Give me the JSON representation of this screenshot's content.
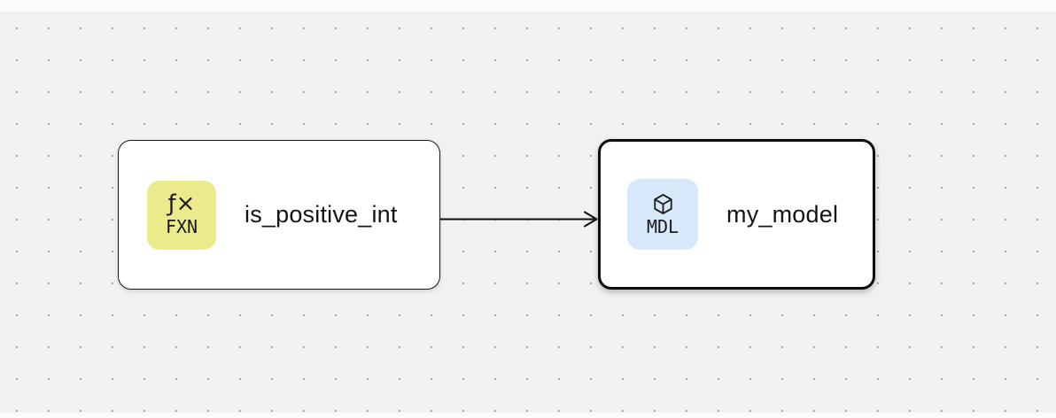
{
  "canvas": {
    "background_color": "#f1f1f0",
    "dot_color": "#a9a9a9"
  },
  "nodes": [
    {
      "label": "is_positive_int",
      "type": "function",
      "selected": false,
      "type_badge": {
        "glyph": "ƒ×",
        "abbrev": "FXN",
        "background_color": "#ebeb8c"
      }
    },
    {
      "label": "my_model",
      "type": "model",
      "selected": true,
      "type_badge": {
        "abbrev": "MDL",
        "background_color": "#d7e8fb"
      }
    }
  ],
  "edges": [
    {
      "from": "is_positive_int",
      "to": "my_model"
    }
  ]
}
